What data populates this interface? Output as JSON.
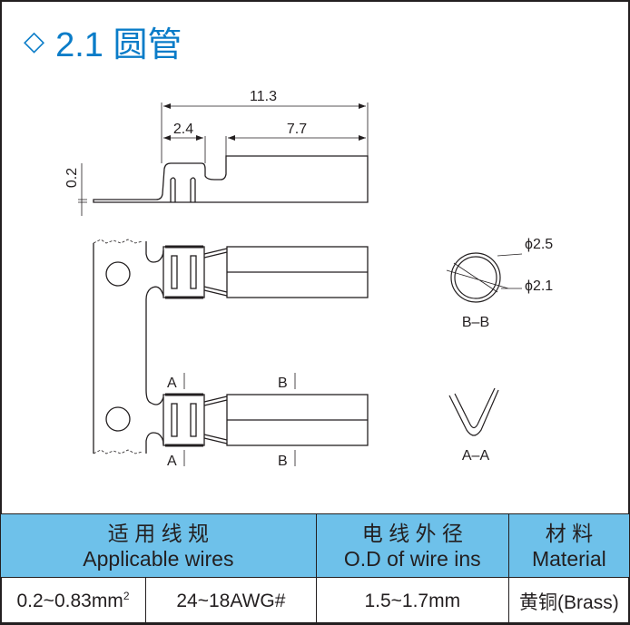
{
  "title": {
    "icon": "diamond-outline-icon",
    "symbol": "◇",
    "text": "2.1 圆管"
  },
  "dimensions": {
    "overall": "11.3",
    "crimp": "2.4",
    "tube": "7.7",
    "thickness": "0.2",
    "outer_dia": "ϕ2.5",
    "inner_dia": "ϕ2.1"
  },
  "sections": {
    "a_label": "A",
    "b_label": "B",
    "bb": "B–B",
    "aa": "A–A"
  },
  "table": {
    "headers": [
      {
        "cn": "适 用 线 规",
        "en": "Applicable wires"
      },
      {
        "cn": "电 线 外 径",
        "en": "O.D of wire ins"
      },
      {
        "cn": "材 料",
        "en": "Material"
      }
    ],
    "row": {
      "mm2": "0.2~0.83mm",
      "mm2_sup": "2",
      "awg": "24~18AWG#",
      "od": "1.5~1.7mm",
      "material": "黄铜(Brass)"
    }
  },
  "colors": {
    "accent": "#0a7cc8",
    "header_bg": "#6ec1ea",
    "line": "#231f20"
  }
}
